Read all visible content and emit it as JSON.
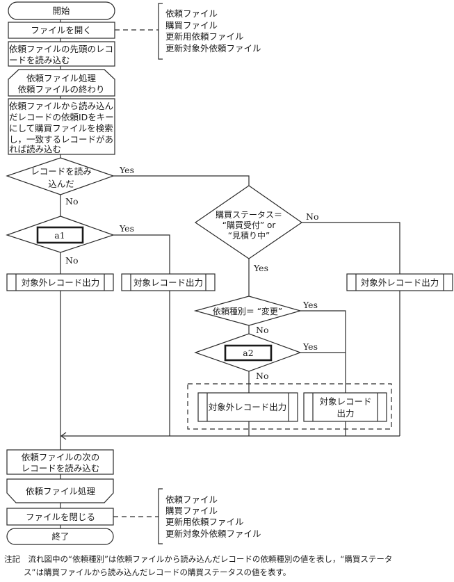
{
  "flowchart": {
    "start": "開始",
    "open_files": "ファイルを開く",
    "read_first": [
      "依頼ファイルの先頭のレコ",
      "ードを読み込む"
    ],
    "loop_start": [
      "依頼ファイル処理",
      "依頼ファイルの終わり"
    ],
    "search": [
      "依頼ファイルから読み込ん",
      "だレコードの依頼IDをキー",
      "にして購買ファイルを検索",
      "し，一致するレコードがあ",
      "れば読み込む"
    ],
    "decision_read": [
      "レコードを読み",
      "込んだ"
    ],
    "decision_a1": "a1",
    "out_nontarget_1": "対象外レコード出力",
    "out_target_1": "対象レコード出力",
    "decision_status": [
      "購買ステータス＝",
      "“購買受付” or",
      "“見積り中”"
    ],
    "out_nontarget_2": "対象外レコード出力",
    "decision_type": "依頼種別＝ “変更”",
    "decision_a2": "a2",
    "out_nontarget_3": "対象外レコード出力",
    "out_target_3": [
      "対象レコード",
      "出力"
    ],
    "read_next": [
      "依頼ファイルの次の",
      "レコードを読み込む"
    ],
    "loop_end": "依頼ファイル処理",
    "close_files": "ファイルを閉じる",
    "end": "終了",
    "labels": {
      "yes": "Yes",
      "no": "No"
    },
    "files_open": [
      "依頼ファイル",
      "購買ファイル",
      "更新用依頼ファイル",
      "更新対象外依頼ファイル"
    ],
    "files_close": [
      "依頼ファイル",
      "購買ファイル",
      "更新用依頼ファイル",
      "更新対象外依頼ファイル"
    ]
  },
  "note": {
    "line1": "注記　流れ図中の“依頼種別”は依頼ファイルから読み込んだレコードの依頼種別の値を表し，“購買ステータ",
    "line2": "ス”は購買ファイルから読み込んだレコードの購買ステータスの値を表す。"
  }
}
